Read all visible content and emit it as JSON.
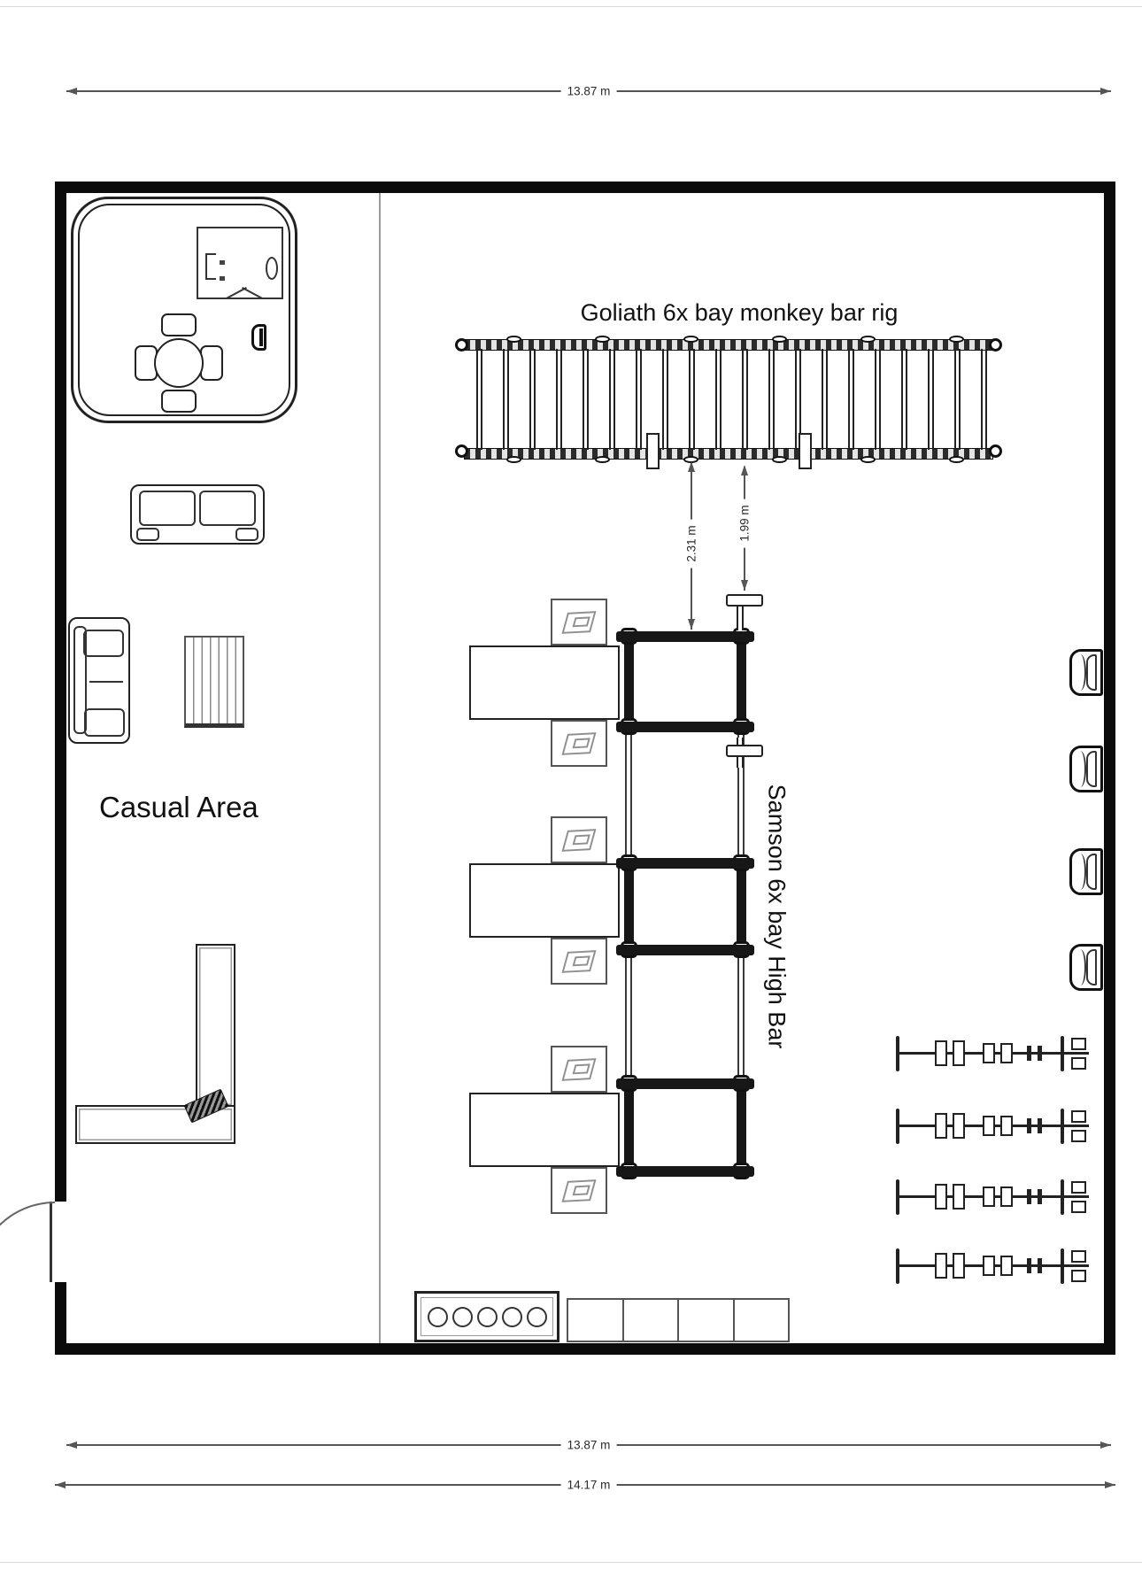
{
  "labels": {
    "casual_area": "Casual Area",
    "monkey_bar_rig": "Goliath 6x bay monkey bar rig",
    "high_bar": "Samson 6x bay High Bar"
  },
  "dimensions": {
    "top_width": "13.87 m",
    "bottom_inner_width": "13.87 m",
    "bottom_outer_width": "14.17 m",
    "rig_to_highbar": "2.31 m",
    "rig_to_bracket": "1.99 m"
  },
  "counts": {
    "rig_rungs": 20,
    "highbar_crossbars": 6,
    "bench_stations": 3,
    "barbell_racks": 4,
    "wall_seats": 4,
    "dumbbell_slots": 5,
    "mat_segments": 4
  },
  "colors": {
    "wall": "#0b0b0b",
    "line": "#1a1a1a",
    "dimension": "#555555",
    "background": "#ffffff"
  }
}
